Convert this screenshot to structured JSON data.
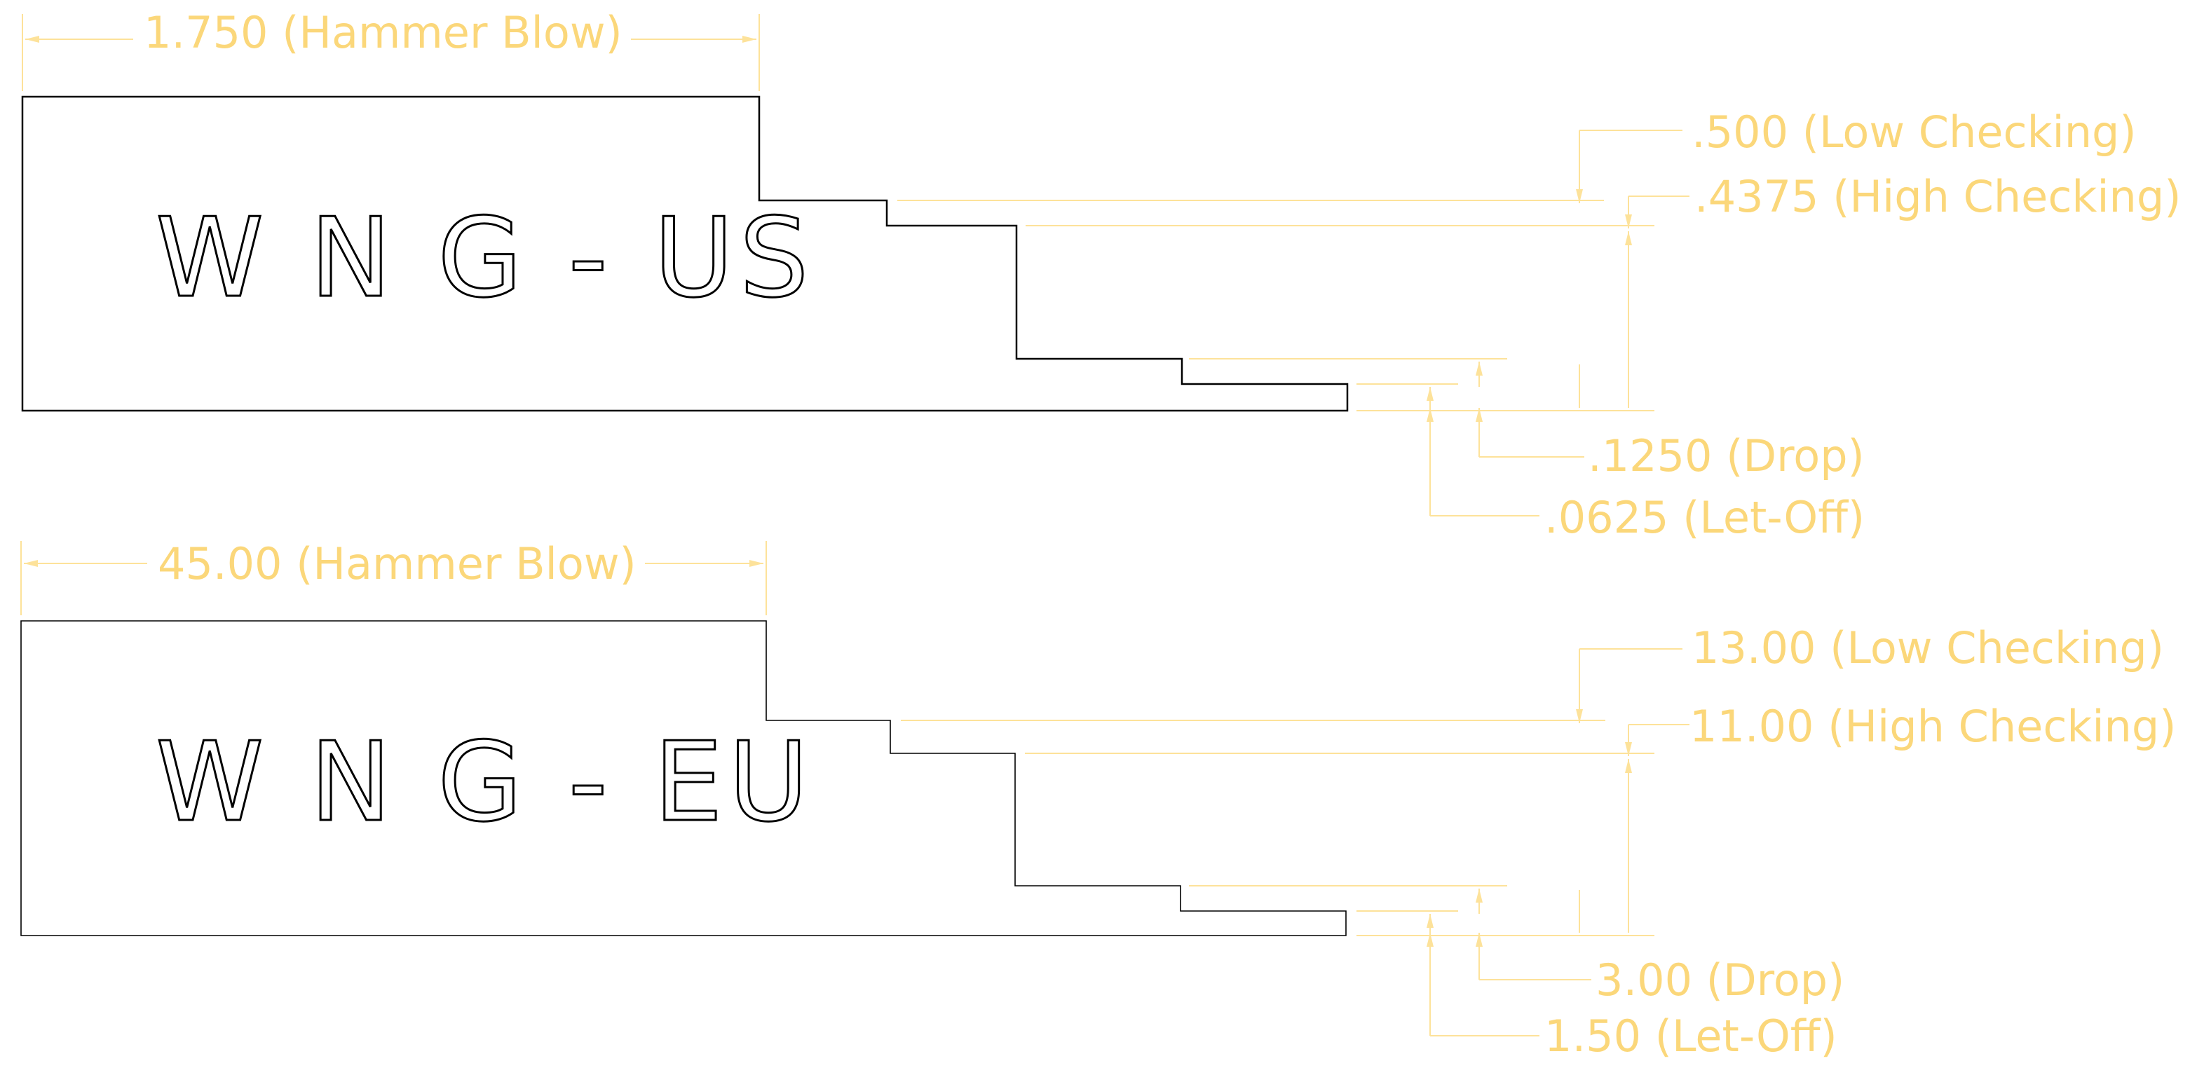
{
  "colors": {
    "profile": "#000000",
    "dimension": "#fde29a",
    "dimension_text": "#fbd77a"
  },
  "us": {
    "title": "W N G - US",
    "hammer_blow": "1.750 (Hammer Blow)",
    "low_checking": ".500 (Low Checking)",
    "high_checking": ".4375 (High Checking)",
    "drop": ".1250 (Drop)",
    "let_off": ".0625 (Let-Off)"
  },
  "eu": {
    "title": "W N G - EU",
    "hammer_blow": "45.00 (Hammer Blow)",
    "low_checking": "13.00 (Low Checking)",
    "high_checking": "11.00 (High Checking)",
    "drop": "3.00 (Drop)",
    "let_off": "1.50 (Let-Off)"
  }
}
